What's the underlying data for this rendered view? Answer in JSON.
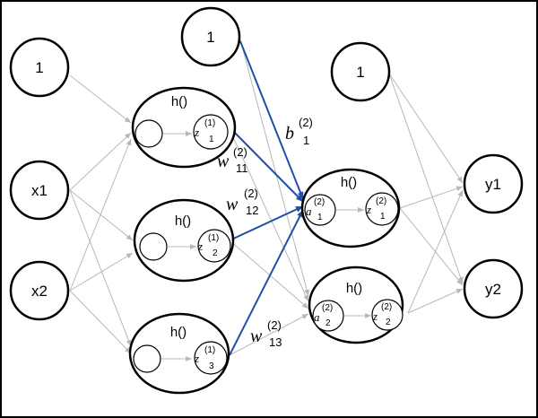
{
  "nodes": {
    "input_bias": "1",
    "x1": "x1",
    "x2": "x2",
    "hidden1_bias": "1",
    "hidden2_bias": "1",
    "y1": "y1",
    "y2": "y2"
  },
  "hidden_layer_1": {
    "activation_label": "h()",
    "z_symbol": "z",
    "z_superscript": "(1)",
    "z_subscripts": [
      "1",
      "2",
      "3"
    ]
  },
  "hidden_layer_2": {
    "activation_label": "h()",
    "a_symbol": "a",
    "z_symbol": "z",
    "superscript": "(2)",
    "subscripts": [
      "1",
      "2"
    ]
  },
  "weights": {
    "w_symbol": "w",
    "w_superscript": "(2)",
    "w_subscripts": [
      "11",
      "12",
      "13"
    ],
    "b_symbol": "b",
    "b_superscript": "(2)",
    "b_subscript": "1"
  },
  "colors": {
    "highlight_edge": "#1f4fa8",
    "edge": "#b8b8b8",
    "stroke": "#000000",
    "border": "#000000"
  }
}
